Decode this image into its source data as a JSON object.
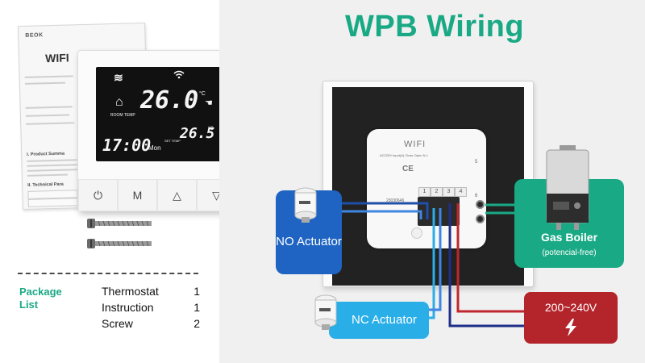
{
  "title": "WPB Wiring",
  "manual": {
    "brand": "BEOK",
    "title": "WIFI",
    "section_1": "I. Product Summa",
    "section_2": "II. Technical Para"
  },
  "thermostat": {
    "room_label": "ROOM TEMP",
    "room_temp": "26.0",
    "unit": "°C",
    "time": "17:00",
    "day": "Mon",
    "set_label": "SET TEMP",
    "set_temp": "26.5",
    "buttons": {
      "power": "⏻",
      "mode": "M",
      "up": "△",
      "down": "▽"
    }
  },
  "package": {
    "title": "Package List",
    "items": [
      {
        "name": "Thermostat",
        "qty": "1"
      },
      {
        "name": "Instruction",
        "qty": "1"
      },
      {
        "name": "Screw",
        "qty": "2"
      }
    ]
  },
  "module": {
    "wifi_label": "WIFI",
    "small_text": "AC220V Input(A) Close Open N L",
    "serial": "23030646",
    "ce": "CE",
    "terminals": [
      "1",
      "2",
      "3",
      "4"
    ],
    "num_5": "5",
    "num_6": "6"
  },
  "labels": {
    "no_actuator": "NO Actuator",
    "nc_actuator": "NC Actuator",
    "gas_boiler": "Gas Boiler",
    "gas_boiler_sub": "(potencial-free)",
    "power": "200~240V"
  },
  "colors": {
    "accent_green": "#1aa985",
    "no_blue": "#1f64c2",
    "nc_blue": "#29aee8",
    "power_red": "#b3242b"
  },
  "icons": {
    "heat": "heat-waves-icon",
    "wifi": "wifi-icon",
    "home": "home-icon",
    "hand": "hand-icon",
    "lightning": "lightning-icon"
  }
}
